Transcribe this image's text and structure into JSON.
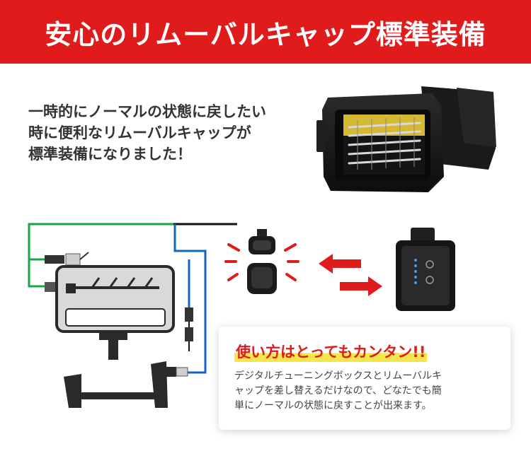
{
  "banner": {
    "title": "安心のリムーバルキャップ標準装備"
  },
  "intro": {
    "lines": [
      "一時的にノーマルの状態に戻したい",
      "時に便利なリムーバルキャップが",
      "標準装備になりました！"
    ]
  },
  "card": {
    "heading": "使い方はとってもカンタン!!",
    "lines": [
      "デジタルチューニングボックスとリムーバルキ",
      "ャップを差し替えるだけなので、どなたでも簡",
      "単にノーマルの状態に戻すことが出来ます。"
    ]
  },
  "colors": {
    "banner": "#e01b1b",
    "highlight": "#f5e64a",
    "wire_green": "#1aa34a",
    "wire_blue": "#1565c0",
    "wire_black": "#111111",
    "arrow_red": "#e01b1b"
  }
}
